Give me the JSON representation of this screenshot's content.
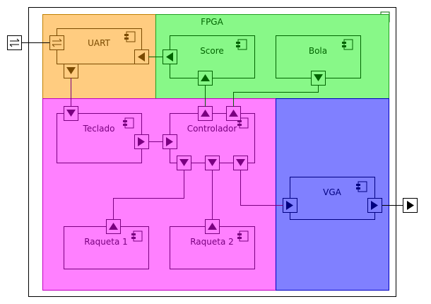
{
  "diagram": {
    "fpga": {
      "label": "FPGA"
    },
    "uart": {
      "label": "UART"
    },
    "score": {
      "label": "Score"
    },
    "bola": {
      "label": "Bola"
    },
    "teclado": {
      "label": "Teclado"
    },
    "controlador": {
      "label": "Controlador"
    },
    "vga": {
      "label": "VGA"
    },
    "raqueta1": {
      "label": "Raqueta 1"
    },
    "raqueta2": {
      "label": "Raqueta 2"
    }
  },
  "colors": {
    "uart_region": "#ffcc80",
    "uart_ink": "#7a4a00",
    "score_region": "#88f888",
    "score_ink": "#006400",
    "control_region": "#ff80ff",
    "control_ink": "#7a0080",
    "vga_region": "#8080ff",
    "vga_ink": "#000080"
  },
  "icons": {
    "component": "component-icon",
    "bidirectional": "bidirectional-port-icon",
    "in_port": "arrow-port-icon",
    "out_port": "arrow-port-icon"
  }
}
